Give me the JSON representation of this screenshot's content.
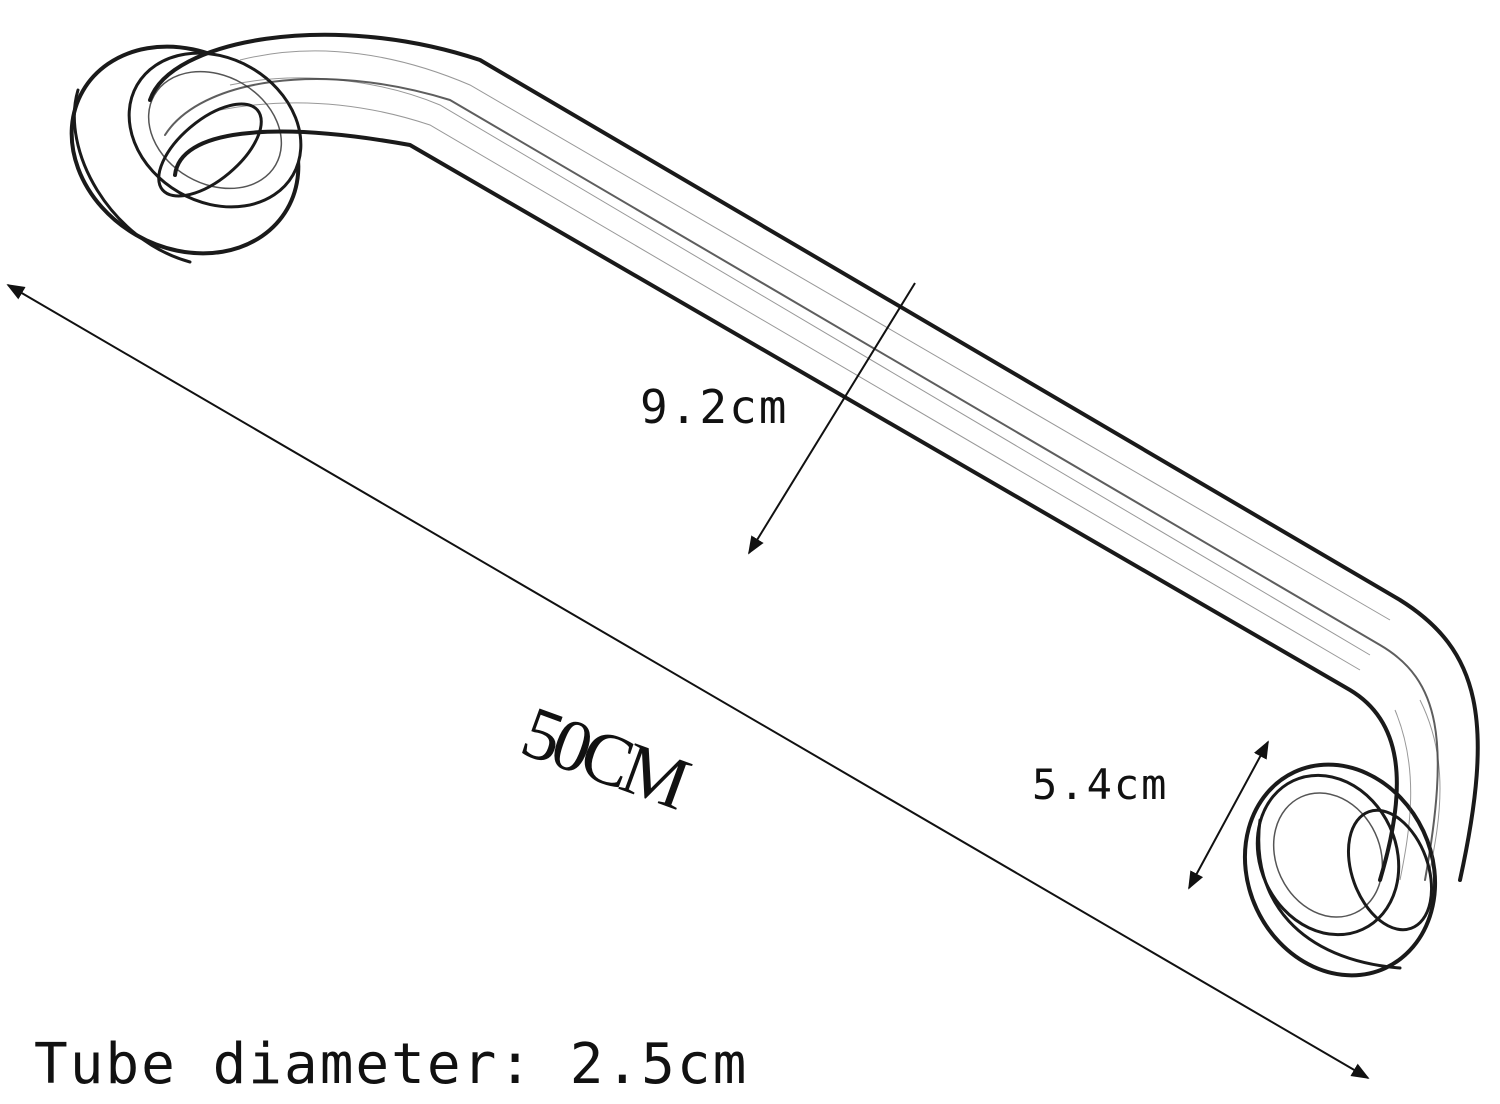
{
  "dimensions": {
    "height_label": "9.2cm",
    "flange_label": "5.4cm",
    "length_label": "50CM",
    "tube_label": "Tube diameter: 2.5cm"
  },
  "colors": {
    "line": "#1a1a1a",
    "background": "#ffffff"
  }
}
